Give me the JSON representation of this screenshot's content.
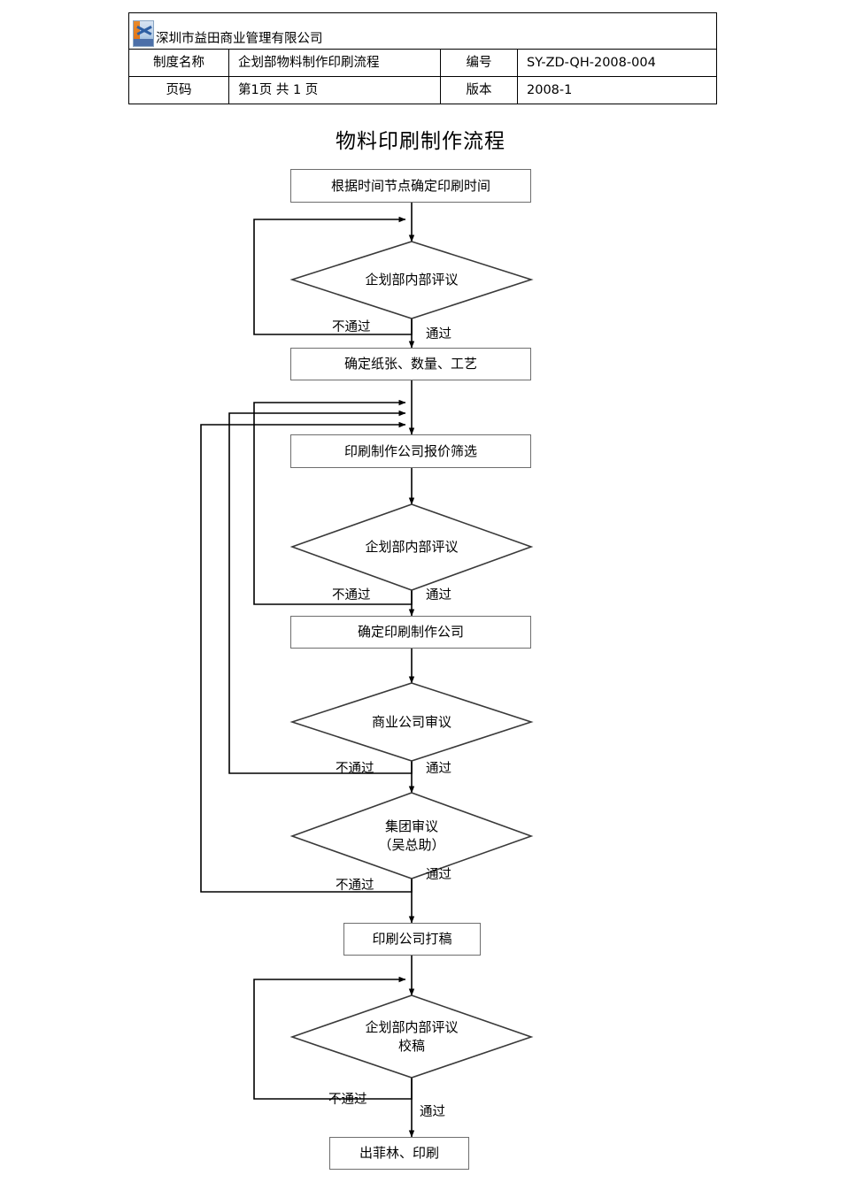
{
  "header": {
    "company": "深圳市益田商业管理有限公司",
    "logo_icon": "company-logo-image",
    "rows": [
      {
        "label": "制度名称",
        "value": "企划部物料制作印刷流程",
        "label2": "编号",
        "value2": "SY-ZD-QH-2008-004"
      },
      {
        "label": "页码",
        "value": "第1页 共 1 页",
        "label2": "版本",
        "value2": "2008-1"
      }
    ]
  },
  "flow": {
    "title": "物料印刷制作流程",
    "nodes": [
      {
        "id": "n1",
        "type": "process",
        "text": "根据时间节点确定印刷时间"
      },
      {
        "id": "d1",
        "type": "decision",
        "text": "企划部内部评议"
      },
      {
        "id": "n2",
        "type": "process",
        "text": "确定纸张、数量、工艺"
      },
      {
        "id": "n3",
        "type": "process",
        "text": "印刷制作公司报价筛选"
      },
      {
        "id": "d2",
        "type": "decision",
        "text": "企划部内部评议"
      },
      {
        "id": "n4",
        "type": "process",
        "text": "确定印刷制作公司"
      },
      {
        "id": "d3",
        "type": "decision",
        "text": "商业公司审议"
      },
      {
        "id": "d4",
        "type": "decision",
        "text": "集团审议",
        "text2": "（吴总助）"
      },
      {
        "id": "n5",
        "type": "process",
        "text": "印刷公司打稿"
      },
      {
        "id": "d5",
        "type": "decision",
        "text": "企划部内部评议",
        "text2": "校稿"
      },
      {
        "id": "n6",
        "type": "process",
        "text": "出菲林、印刷"
      }
    ],
    "edge_labels": {
      "fail": "不通过",
      "pass": "通过"
    },
    "edges": [
      {
        "from": "d1",
        "label": "不通过",
        "kind": "loopback"
      },
      {
        "from": "d1",
        "label": "通过",
        "kind": "forward"
      },
      {
        "from": "d2",
        "label": "不通过",
        "kind": "loopback"
      },
      {
        "from": "d2",
        "label": "通过",
        "kind": "forward"
      },
      {
        "from": "d3",
        "label": "不通过",
        "kind": "loopback"
      },
      {
        "from": "d3",
        "label": "通过",
        "kind": "forward"
      },
      {
        "from": "d4",
        "label": "不通过",
        "kind": "loopback"
      },
      {
        "from": "d4",
        "label": "通过",
        "kind": "forward"
      },
      {
        "from": "d5",
        "label": "不通过",
        "kind": "loopback"
      },
      {
        "from": "d5",
        "label": "通过",
        "kind": "forward"
      }
    ]
  },
  "colors": {
    "line": "#000000",
    "box_border": "#6e6e6e",
    "table_border": "#000000",
    "background": "#ffffff"
  }
}
